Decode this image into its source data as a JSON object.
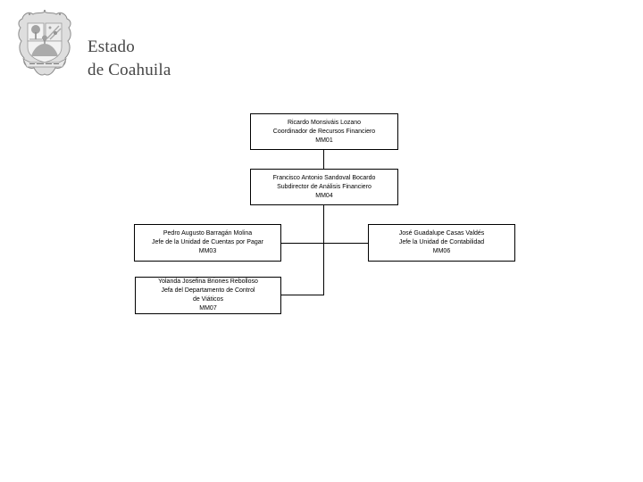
{
  "logo": {
    "title_line1": "Estado",
    "title_line2": "de Coahuila",
    "icon": "coahuila-coat-of-arms",
    "title_color": "#454545"
  },
  "org_chart": {
    "box_border_color": "#000000",
    "box_fill_color": "#ffffff",
    "text_color": "#000000",
    "connector_color": "#000000",
    "nodes": [
      {
        "code": "MM01",
        "lines": [
          "Ricardo Monsiváis Lozano",
          "Coordinador de Recursos Financiero",
          "MM01"
        ]
      },
      {
        "code": "MM04",
        "lines": [
          "Francisco Antonio Sandoval Bocardo",
          "Subdirector de Análisis Financiero",
          "MM04"
        ]
      },
      {
        "code": "MM03",
        "lines": [
          "Pedro Augusto Barragán Molina",
          "Jefe de la Unidad de Cuentas por Pagar",
          "MM03"
        ]
      },
      {
        "code": "MM06",
        "lines": [
          "José Guadalupe Casas Valdés",
          "Jefe la Unidad de Contabilidad",
          "MM06"
        ]
      },
      {
        "code": "MM07",
        "lines": [
          "Yolanda Josefina Briones Rebolloso",
          "Jefa del Departamento de Control",
          "de Viáticos",
          "MM07"
        ]
      }
    ]
  }
}
